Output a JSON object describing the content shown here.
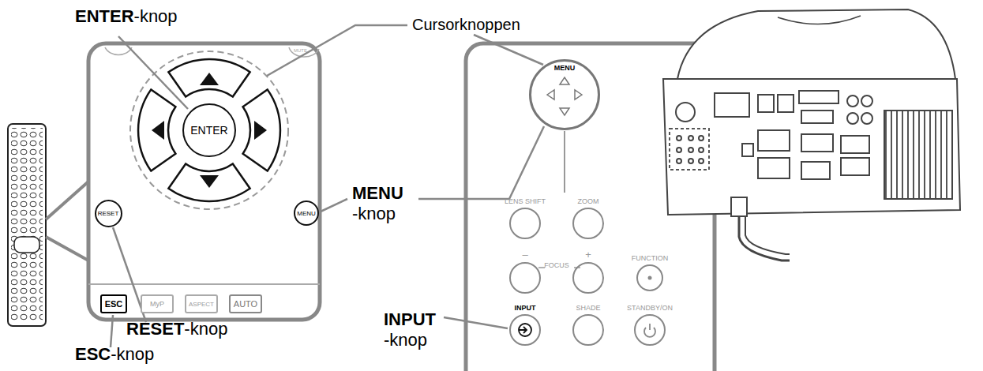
{
  "diagram": {
    "nodes": [
      {
        "text": [
          "ENTER"
        ]
      },
      {
        "text": [
          "RESET"
        ]
      },
      {
        "text": [
          "MENU"
        ]
      },
      {
        "text": [
          "ESC"
        ]
      },
      {
        "text": [
          "MyP"
        ]
      },
      {
        "text": [
          "ASPECT"
        ]
      },
      {
        "text": [
          "AUTO"
        ]
      },
      {
        "text": [
          "MENU"
        ]
      },
      {
        "text": [
          "LENS SHIFT"
        ]
      },
      {
        "text": [
          "ZOOM"
        ]
      },
      {
        "text": [
          "–"
        ]
      },
      {
        "text": [
          "+"
        ]
      },
      {
        "text": [
          "FUNCTION"
        ]
      },
      {
        "text": [
          "INPUT"
        ]
      },
      {
        "text": [
          "SHADE"
        ]
      },
      {
        "text": [
          "STANDBY/ON"
        ]
      }
    ],
    "labels": [
      "ENTER-knop",
      "Cursorknoppen",
      "MENU -knop",
      "RESET-knop",
      "ESC-knop",
      "INPUT -knop",
      "FOCUS",
      "MUTE"
    ]
  }
}
